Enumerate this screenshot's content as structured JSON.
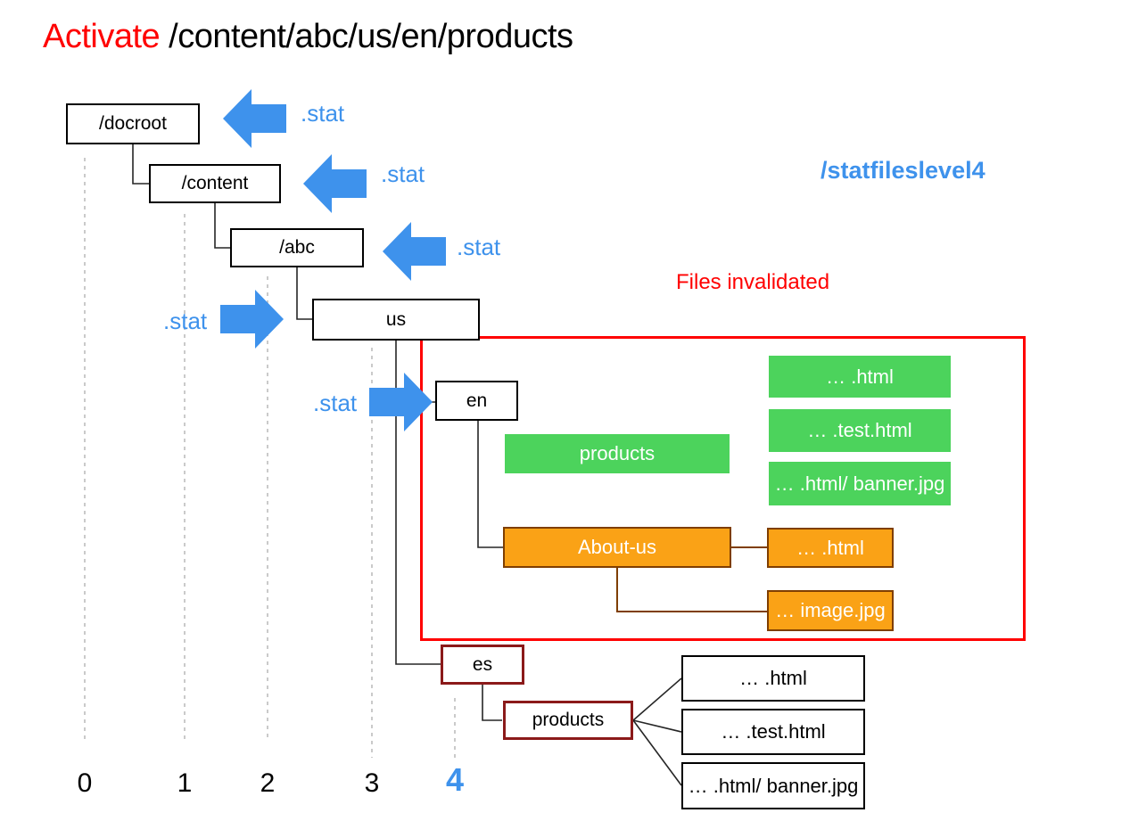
{
  "title": {
    "activate": "Activate",
    "path": "/content/abc/us/en/products"
  },
  "labels": {
    "statfileslevel": "/statfileslevel4",
    "files_invalidated": "Files invalidated",
    "stat": ".stat"
  },
  "nodes": {
    "docroot": "/docroot",
    "content": "/content",
    "abc": "/abc",
    "us": "us",
    "en": "en",
    "es": "es",
    "products_en": "products",
    "about_us": "About-us",
    "products_es": "products"
  },
  "green_files": [
    "… .html",
    "… .test.html",
    "… .html/ banner.jpg"
  ],
  "orange_files": [
    "… .html",
    "… image.jpg"
  ],
  "es_files": [
    "… .html",
    "… .test.html",
    "… .html/ banner.jpg"
  ],
  "levels": [
    "0",
    "1",
    "2",
    "3",
    "4"
  ],
  "colors": {
    "blue": "#3E92EC",
    "green": "#4CD35C",
    "orange": "#FAA216",
    "orange_border": "#7F3E00",
    "maroon": "#8B1A1A",
    "red": "#FF0000",
    "line": "#262626",
    "dash": "#ADADAD"
  }
}
